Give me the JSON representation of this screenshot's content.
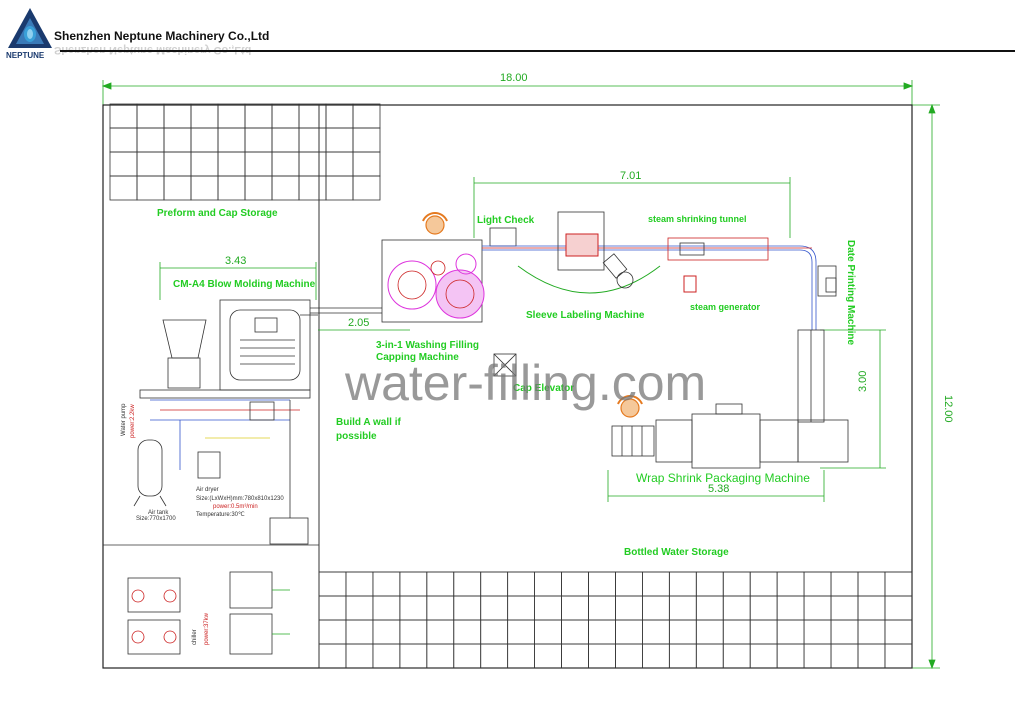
{
  "header": {
    "company": "Shenzhen Neptune Machinery Co.,Ltd",
    "logo_text": "NEPTUNE"
  },
  "dimensions": {
    "overall_width": "18.00",
    "overall_height": "12.00",
    "blow_molding_width": "3.43",
    "conveyor_gap": "2.05",
    "labeling_span": "7.01",
    "packaging_width": "5.38",
    "packaging_height": "3.00"
  },
  "labels": {
    "preform_storage": "Preform and Cap Storage",
    "blow_molding": "CM-A4 Blow Molding Machine",
    "light_check": "Light Check",
    "washing_filling": "3-in-1 Washing Filling",
    "capping": "Capping Machine",
    "steam_tunnel": "steam shrinking tunnel",
    "steam_generator": "steam generator",
    "sleeve_labeling": "Sleeve Labeling Machine",
    "date_printing": "Date Printing Machine",
    "cap_elevator": "Cap Elevator",
    "build_wall_1": "Build A wall if",
    "build_wall_2": "possible",
    "wrap_shrink": "Wrap Shrink Packaging Machine",
    "bottled_storage": "Bottled Water Storage",
    "watermark": "water-filling.com"
  },
  "equipment_notes": {
    "air_tank": "Air tank",
    "air_tank_size": "Size:770x1700",
    "air_dryer": "Air dryer",
    "dryer_size": "Size:(LxWxH)mm:780x810x1230",
    "dryer_flow": "power:0.5m³/min",
    "temperature": "Temperature:30℃",
    "chiller": "chiller",
    "power": "power:37kw",
    "water_pump": "Water pump",
    "water_flow": "power:2.2kw"
  },
  "colors": {
    "label_green": "#22cc22",
    "line_blue": "#3355cc",
    "machine_red": "#cc2222",
    "magenta": "#dd33dd",
    "grid": "#333333",
    "watermark": "#777777"
  }
}
